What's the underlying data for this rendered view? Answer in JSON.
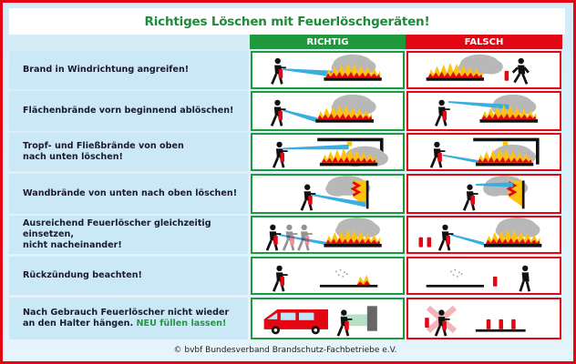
{
  "title": "Richtiges Löschen mit Feuerlöschgeräten!",
  "columns": {
    "correct": "RICHTIG",
    "wrong": "FALSCH"
  },
  "colors": {
    "green": "#1e9a3c",
    "red": "#e30613",
    "label_bg": "#cbe8f7",
    "flame_yellow": "#ffc20e",
    "flame_red": "#e30613",
    "smoke": "#b3b3b3",
    "spray": "#3aaee0"
  },
  "rows": [
    {
      "line1": "Brand in Windrichtung angreifen!",
      "line2": "",
      "highlight": "",
      "correct_icon": "extinguish-with-wind-icon",
      "wrong_icon": "fleeing-against-wind-icon"
    },
    {
      "line1": "Flächenbrände vorn beginnend ablöschen!",
      "line2": "",
      "highlight": "",
      "correct_icon": "spray-front-of-fire-icon",
      "wrong_icon": "spray-top-of-fire-icon"
    },
    {
      "line1": "Tropf- und Fließbrände von oben",
      "line2": "nach unten löschen!",
      "highlight": "",
      "correct_icon": "spray-from-top-icon",
      "wrong_icon": "spray-from-bottom-icon"
    },
    {
      "line1": "Wandbrände von unten nach oben löschen!",
      "line2": "",
      "highlight": "",
      "correct_icon": "wall-spray-bottom-up-icon",
      "wrong_icon": "wall-spray-top-down-icon"
    },
    {
      "line1": "Ausreichend Feuerlöscher gleichzeitig einsetzen,",
      "line2": "nicht nacheinander!",
      "highlight": "",
      "correct_icon": "three-extinguishers-together-icon",
      "wrong_icon": "one-extinguisher-at-a-time-icon"
    },
    {
      "line1": "Rückzündung beachten!",
      "line2": "",
      "highlight": "",
      "correct_icon": "watch-for-reignition-icon",
      "wrong_icon": "walking-away-icon"
    },
    {
      "line1": "Nach Gebrauch Feuerlöscher nicht wieder",
      "line2": "an den Halter hängen.",
      "highlight": "NEU füllen lassen!",
      "correct_icon": "refill-service-van-icon",
      "wrong_icon": "hang-back-on-holder-crossed-icon"
    }
  ],
  "footer": "© bvbf Bundesverband Brandschutz-Fachbetriebe e.V."
}
